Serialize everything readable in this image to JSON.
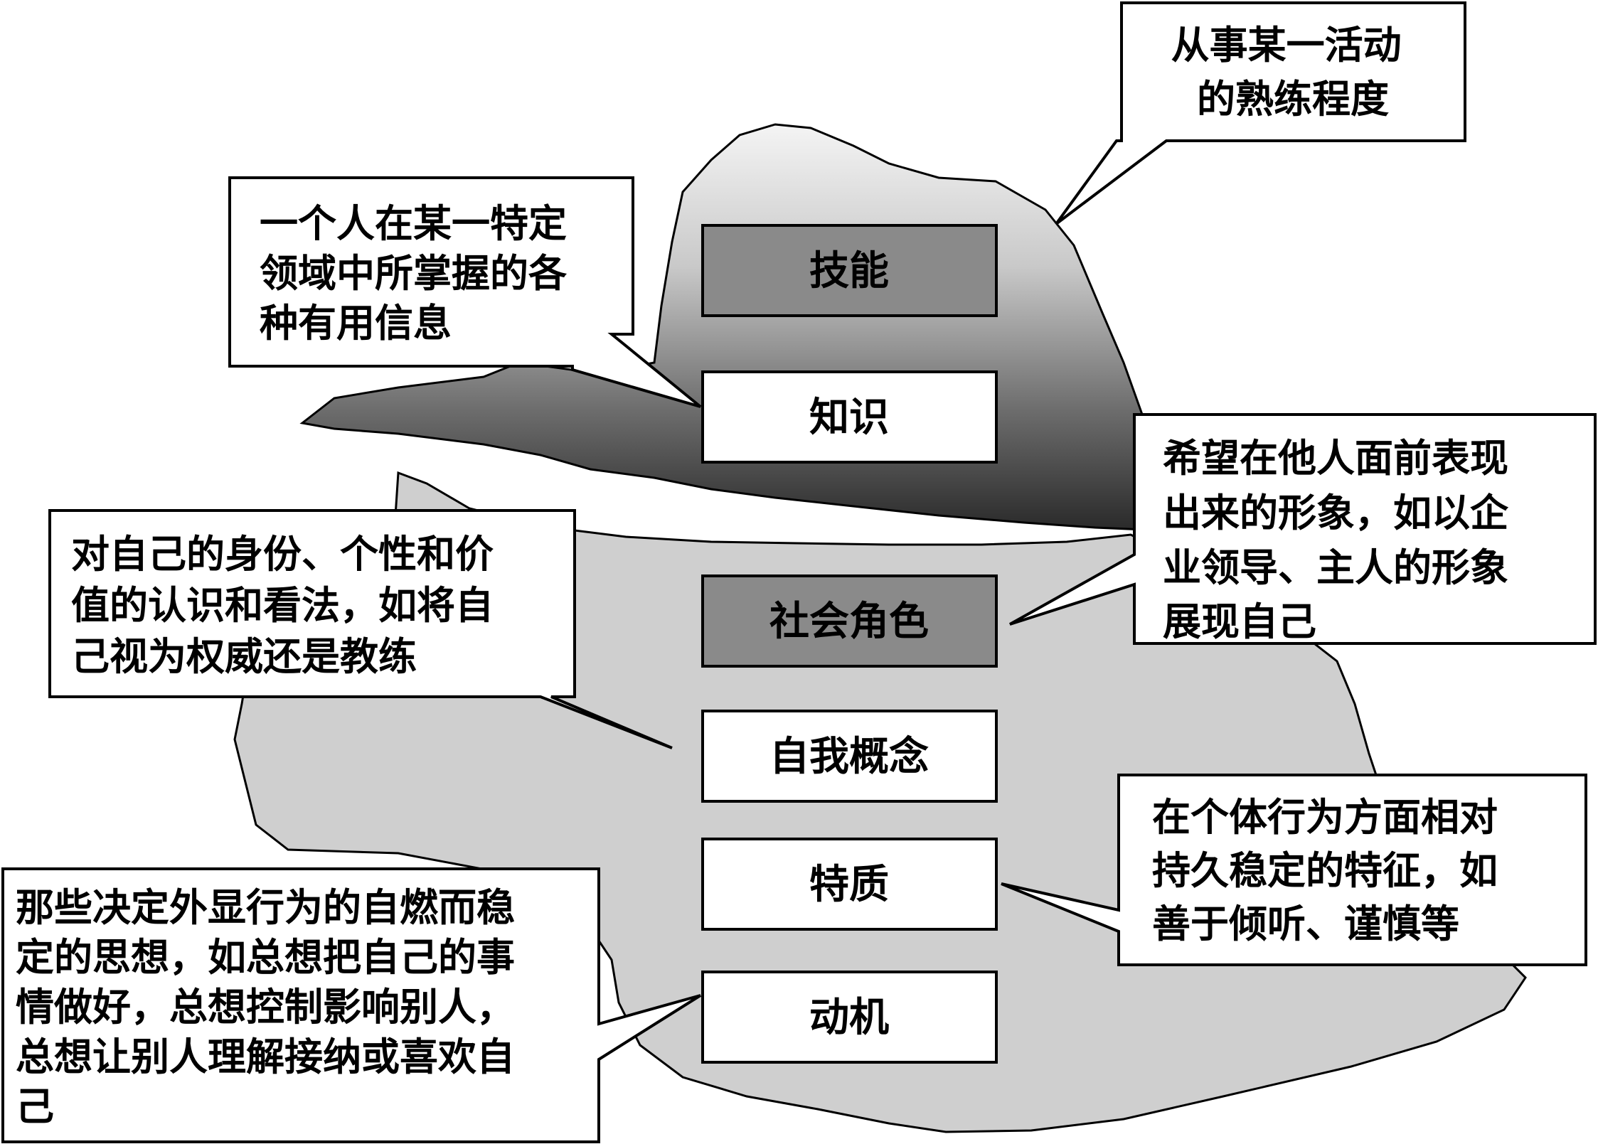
{
  "iceberg_above": {
    "skill": "技能",
    "knowledge": "知识"
  },
  "iceberg_below": {
    "social_role": "社会角色",
    "self_concept": "自我概念",
    "trait": "特质",
    "motive": "动机"
  },
  "notes": {
    "skill": [
      "从事某一活动",
      "的熟练程度"
    ],
    "knowledge": [
      "一个人在某一特定",
      "领域中所掌握的各",
      "种有用信息"
    ],
    "social_role": [
      "希望在他人面前表现",
      "出来的形象，如以企",
      "业领导、主人的形象",
      "展现自己"
    ],
    "self_concept": [
      "对自己的身份、个性和价",
      "值的认识和看法，如将自",
      "己视为权威还是教练"
    ],
    "trait": [
      "在个体行为方面相对",
      "持久稳定的特征，如",
      "善于倾听、谨慎等"
    ],
    "motive": [
      "那些决定外显行为的自燃而稳",
      "定的思想，如总想把自己的事",
      "情做好，总想控制影响别人，",
      "总想让别人理解接纳或喜欢自",
      "己"
    ]
  },
  "colors": {
    "dark_box": "#8a8a8a",
    "light_box": "#ffffff",
    "lower_iceberg": "#cfcfcf",
    "upper_iceberg_top": "#f2f2f2",
    "upper_iceberg_bottom": "#2e2e2e"
  }
}
